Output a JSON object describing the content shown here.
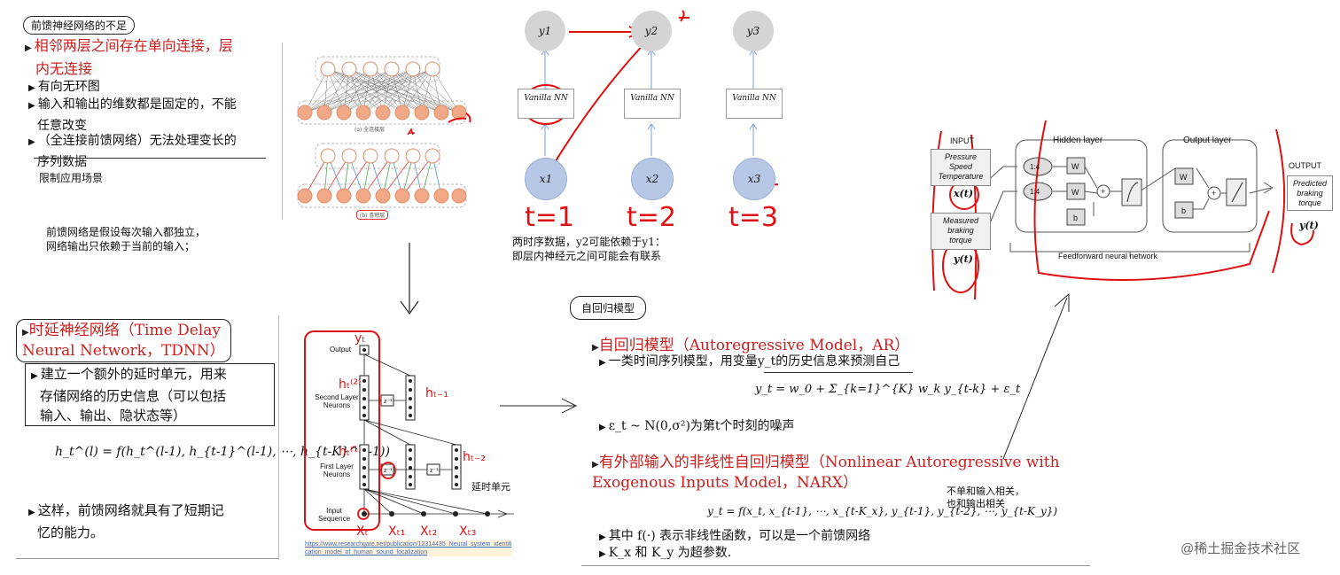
{
  "left_panel": {
    "title_box": "前馈神经网络的不足",
    "bullet_main": [
      "相邻两层之间存在单向连接，层",
      "内无连接"
    ],
    "bullet_dag": "有向无环图",
    "bullet_dims": [
      "输入和输出的维数都是固定的，不能",
      "任意改变"
    ],
    "bullet_seq": [
      "（全连接前馈网络）无法处理变长的",
      "序列数据"
    ],
    "limit": "限制应用场景",
    "fig_a": "(a) 全连接层",
    "fig_b": "(b) 卷积层",
    "note": [
      "前馈网络是假设每次输入都独立，",
      "网络输出只依赖于当前的输入；"
    ]
  },
  "rnn_panel": {
    "y_nodes": [
      "y1",
      "y2",
      "y3"
    ],
    "x_nodes": [
      "x1",
      "x2",
      "x3"
    ],
    "vanilla": "Vanilla NN",
    "t_labels": [
      "t=1",
      "t=2",
      "t=3"
    ],
    "note": [
      "两时序数据，y2可能依赖于y1：",
      "即层内神经元之间可能会有联系"
    ]
  },
  "tdnn_panel": {
    "title": [
      "时延神经网络（Time Delay",
      "Neural Network，TDNN）"
    ],
    "bullet": [
      "建立一个额外的延时单元，用来",
      "存储网络的历史信息（可以包括",
      "输入、输出、隐状态等）"
    ],
    "formula": "h_t^(l) = f(h_t^(l-1), h_{t-1}^(l-1), ⋯, h_{t-K}^(l-1))",
    "bullet2": [
      "这样，前馈网络就具有了短期记",
      "忆的能力。"
    ],
    "diagram_labels": [
      "Output",
      "Second Layer Neurons",
      "First Layer Neurons",
      "Input Sequence"
    ],
    "delay_unit": "延时单元",
    "link": [
      "https://www.researchgate.net/publication/12314435_Neural_system_identifi",
      "cation_model_of_human_sound_localization"
    ]
  },
  "ar_panel": {
    "title_box": "自回归模型",
    "ar_title": "自回归模型（Autoregressive Model，AR）",
    "ar_desc": "一类时间序列模型，用变量y_t的历史信息来预测自己",
    "ar_formula": "y_t = w_0 + Σ_{k=1}^{K} w_k y_{t-k} + ε_t",
    "noise": "ε_t ~ N(0,σ²)为第t个时刻的噪声",
    "narx_title": [
      "有外部输入的非线性自回归模型（Nonlinear Autoregressive with",
      "Exogenous Inputs Model，NARX）"
    ],
    "narx_formula": "y_t = f(x_t, x_{t-1}, ⋯, x_{t-K_x}, y_{t-1}, y_{t-2}, ⋯, y_{t-K_y})",
    "narx_note": [
      "不单和输入相关，",
      "也和输出相关"
    ],
    "f_desc": "其中 f(·) 表示非线性函数，可以是一个前馈网络",
    "params": "K_x 和 K_y 为超参数."
  },
  "narx_net": {
    "input_label": "INPUT",
    "input1": [
      "Pressure",
      "Speed",
      "Temperature"
    ],
    "input2": [
      "Measured",
      "braking",
      "torque"
    ],
    "x_label": "x(t)",
    "y_label": "y(t)",
    "hidden": "Hidden layer",
    "output_layer": "Output layer",
    "output_label": "OUTPUT",
    "predicted": [
      "Predicted",
      "braking",
      "torque"
    ],
    "delay": "1:4",
    "w": "W",
    "b": "b",
    "feedforward": "Feedforward neural network"
  },
  "watermark": "@稀土掘金技术社区"
}
